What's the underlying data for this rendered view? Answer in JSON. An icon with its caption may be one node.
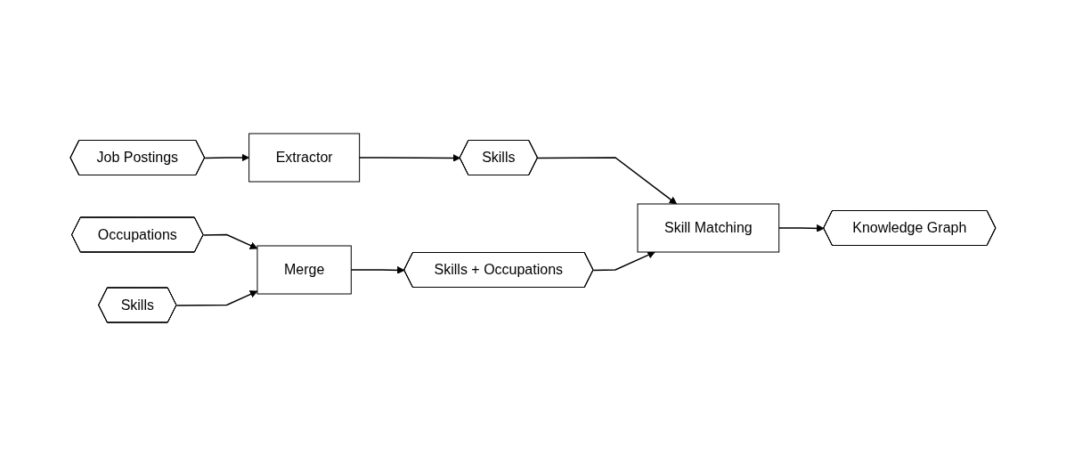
{
  "diagram": {
    "nodes": [
      {
        "text": [
          "Job Postings"
        ]
      },
      {
        "text": [
          "Extractor"
        ]
      },
      {
        "text": [
          "Skills"
        ]
      },
      {
        "text": [
          "Skill Matching"
        ]
      },
      {
        "text": [
          "Knowledge Graph"
        ]
      },
      {
        "text": [
          "Occupations"
        ]
      },
      {
        "text": [
          "Merge"
        ]
      },
      {
        "text": [
          "Skills + Occupations"
        ]
      },
      {
        "text": [
          "Skills"
        ]
      }
    ],
    "edges": [
      {
        "from": 0,
        "to": 1,
        "arrow": "to"
      },
      {
        "from": 1,
        "to": 2,
        "arrow": "to"
      },
      {
        "from": 2,
        "to": 3,
        "arrow": "to"
      },
      {
        "from": 7,
        "to": 3,
        "arrow": "to"
      },
      {
        "from": 3,
        "to": 4,
        "arrow": "to"
      },
      {
        "from": 5,
        "to": 6,
        "arrow": "to"
      },
      {
        "from": 8,
        "to": 6,
        "arrow": "to"
      },
      {
        "from": 6,
        "to": 7,
        "arrow": "to"
      }
    ]
  }
}
